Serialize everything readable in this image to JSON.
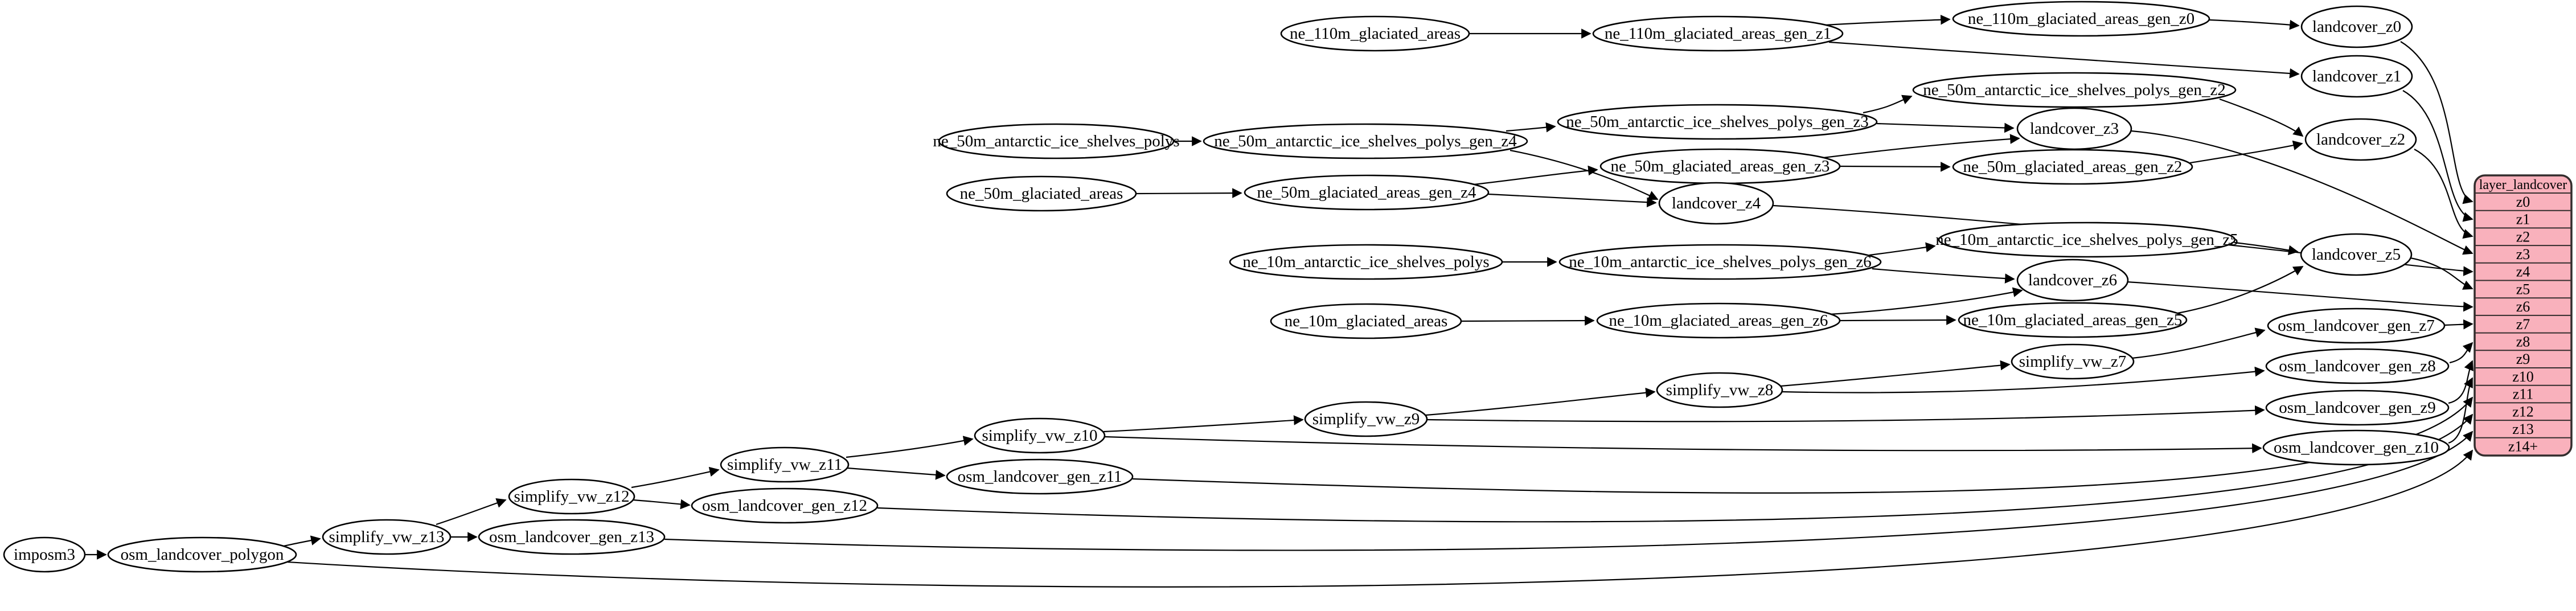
{
  "colors": {
    "background": "#ffffff",
    "node_fill": "#ffffff",
    "node_stroke": "#000000",
    "edge": "#000000",
    "text": "#000000",
    "table_fill": "#f9b1bc",
    "table_stroke": "#332d2d"
  },
  "nodes": {
    "imposm3": "imposm3",
    "osm_landcover_polygon": "osm_landcover_polygon",
    "simplify_vw_z13": "simplify_vw_z13",
    "osm_landcover_gen_z13": "osm_landcover_gen_z13",
    "simplify_vw_z12": "simplify_vw_z12",
    "osm_landcover_gen_z12": "osm_landcover_gen_z12",
    "simplify_vw_z11": "simplify_vw_z11",
    "osm_landcover_gen_z11": "osm_landcover_gen_z11",
    "simplify_vw_z10": "simplify_vw_z10",
    "osm_landcover_gen_z10": "osm_landcover_gen_z10",
    "simplify_vw_z9": "simplify_vw_z9",
    "osm_landcover_gen_z9": "osm_landcover_gen_z9",
    "simplify_vw_z8": "simplify_vw_z8",
    "osm_landcover_gen_z8": "osm_landcover_gen_z8",
    "simplify_vw_z7": "simplify_vw_z7",
    "osm_landcover_gen_z7": "osm_landcover_gen_z7",
    "ne_110m_glaciated_areas": "ne_110m_glaciated_areas",
    "ne_110m_glaciated_areas_gen_z1": "ne_110m_glaciated_areas_gen_z1",
    "ne_110m_glaciated_areas_gen_z0": "ne_110m_glaciated_areas_gen_z0",
    "ne_50m_antarctic_ice_shelves_polys": "ne_50m_antarctic_ice_shelves_polys",
    "ne_50m_antarctic_ice_shelves_polys_gen_z4": "ne_50m_antarctic_ice_shelves_polys_gen_z4",
    "ne_50m_antarctic_ice_shelves_polys_gen_z3": "ne_50m_antarctic_ice_shelves_polys_gen_z3",
    "ne_50m_antarctic_ice_shelves_polys_gen_z2": "ne_50m_antarctic_ice_shelves_polys_gen_z2",
    "ne_50m_glaciated_areas": "ne_50m_glaciated_areas",
    "ne_50m_glaciated_areas_gen_z4": "ne_50m_glaciated_areas_gen_z4",
    "ne_50m_glaciated_areas_gen_z3": "ne_50m_glaciated_areas_gen_z3",
    "ne_50m_glaciated_areas_gen_z2": "ne_50m_glaciated_areas_gen_z2",
    "ne_10m_antarctic_ice_shelves_polys": "ne_10m_antarctic_ice_shelves_polys",
    "ne_10m_antarctic_ice_shelves_polys_gen_z6": "ne_10m_antarctic_ice_shelves_polys_gen_z6",
    "ne_10m_antarctic_ice_shelves_polys_gen_z5": "ne_10m_antarctic_ice_shelves_polys_gen_z5",
    "ne_10m_glaciated_areas": "ne_10m_glaciated_areas",
    "ne_10m_glaciated_areas_gen_z6": "ne_10m_glaciated_areas_gen_z6",
    "ne_10m_glaciated_areas_gen_z5": "ne_10m_glaciated_areas_gen_z5",
    "landcover_z0": "landcover_z0",
    "landcover_z1": "landcover_z1",
    "landcover_z2": "landcover_z2",
    "landcover_z3": "landcover_z3",
    "landcover_z4": "landcover_z4",
    "landcover_z5": "landcover_z5",
    "landcover_z6": "landcover_z6"
  },
  "table": {
    "title": "layer_landcover",
    "rows": [
      "z0",
      "z1",
      "z2",
      "z3",
      "z4",
      "z5",
      "z6",
      "z7",
      "z8",
      "z9",
      "z10",
      "z11",
      "z12",
      "z13",
      "z14+"
    ]
  },
  "edges": [
    {
      "from": "imposm3",
      "to": "osm_landcover_polygon"
    },
    {
      "from": "osm_landcover_polygon",
      "to": "simplify_vw_z13"
    },
    {
      "from": "osm_landcover_polygon",
      "to": "layer_landcover.z14+"
    },
    {
      "from": "simplify_vw_z13",
      "to": "osm_landcover_gen_z13"
    },
    {
      "from": "simplify_vw_z13",
      "to": "simplify_vw_z12"
    },
    {
      "from": "osm_landcover_gen_z13",
      "to": "layer_landcover.z13"
    },
    {
      "from": "simplify_vw_z12",
      "to": "osm_landcover_gen_z12"
    },
    {
      "from": "simplify_vw_z12",
      "to": "simplify_vw_z11"
    },
    {
      "from": "osm_landcover_gen_z12",
      "to": "layer_landcover.z12"
    },
    {
      "from": "simplify_vw_z11",
      "to": "osm_landcover_gen_z11"
    },
    {
      "from": "simplify_vw_z11",
      "to": "simplify_vw_z10"
    },
    {
      "from": "osm_landcover_gen_z11",
      "to": "layer_landcover.z11"
    },
    {
      "from": "simplify_vw_z10",
      "to": "simplify_vw_z9"
    },
    {
      "from": "simplify_vw_z10",
      "to": "osm_landcover_gen_z10"
    },
    {
      "from": "osm_landcover_gen_z10",
      "to": "layer_landcover.z10"
    },
    {
      "from": "simplify_vw_z9",
      "to": "simplify_vw_z8"
    },
    {
      "from": "simplify_vw_z9",
      "to": "osm_landcover_gen_z9"
    },
    {
      "from": "osm_landcover_gen_z9",
      "to": "layer_landcover.z9"
    },
    {
      "from": "simplify_vw_z8",
      "to": "simplify_vw_z7"
    },
    {
      "from": "simplify_vw_z8",
      "to": "osm_landcover_gen_z8"
    },
    {
      "from": "osm_landcover_gen_z8",
      "to": "layer_landcover.z8"
    },
    {
      "from": "simplify_vw_z7",
      "to": "osm_landcover_gen_z7"
    },
    {
      "from": "osm_landcover_gen_z7",
      "to": "layer_landcover.z7"
    },
    {
      "from": "ne_110m_glaciated_areas",
      "to": "ne_110m_glaciated_areas_gen_z1"
    },
    {
      "from": "ne_110m_glaciated_areas_gen_z1",
      "to": "ne_110m_glaciated_areas_gen_z0"
    },
    {
      "from": "ne_110m_glaciated_areas_gen_z1",
      "to": "landcover_z1"
    },
    {
      "from": "ne_110m_glaciated_areas_gen_z0",
      "to": "landcover_z0"
    },
    {
      "from": "landcover_z0",
      "to": "layer_landcover.z0"
    },
    {
      "from": "landcover_z1",
      "to": "layer_landcover.z1"
    },
    {
      "from": "ne_50m_antarctic_ice_shelves_polys",
      "to": "ne_50m_antarctic_ice_shelves_polys_gen_z4"
    },
    {
      "from": "ne_50m_antarctic_ice_shelves_polys_gen_z4",
      "to": "ne_50m_antarctic_ice_shelves_polys_gen_z3"
    },
    {
      "from": "ne_50m_antarctic_ice_shelves_polys_gen_z4",
      "to": "landcover_z4"
    },
    {
      "from": "ne_50m_antarctic_ice_shelves_polys_gen_z3",
      "to": "ne_50m_antarctic_ice_shelves_polys_gen_z2"
    },
    {
      "from": "ne_50m_antarctic_ice_shelves_polys_gen_z3",
      "to": "landcover_z3"
    },
    {
      "from": "ne_50m_antarctic_ice_shelves_polys_gen_z2",
      "to": "landcover_z2"
    },
    {
      "from": "ne_50m_glaciated_areas",
      "to": "ne_50m_glaciated_areas_gen_z4"
    },
    {
      "from": "ne_50m_glaciated_areas_gen_z4",
      "to": "ne_50m_glaciated_areas_gen_z3"
    },
    {
      "from": "ne_50m_glaciated_areas_gen_z4",
      "to": "landcover_z4"
    },
    {
      "from": "ne_50m_glaciated_areas_gen_z3",
      "to": "landcover_z3"
    },
    {
      "from": "ne_50m_glaciated_areas_gen_z3",
      "to": "ne_50m_glaciated_areas_gen_z2"
    },
    {
      "from": "ne_50m_glaciated_areas_gen_z2",
      "to": "landcover_z2"
    },
    {
      "from": "landcover_z2",
      "to": "layer_landcover.z2"
    },
    {
      "from": "landcover_z3",
      "to": "layer_landcover.z3"
    },
    {
      "from": "landcover_z4",
      "to": "layer_landcover.z4"
    },
    {
      "from": "ne_10m_antarctic_ice_shelves_polys",
      "to": "ne_10m_antarctic_ice_shelves_polys_gen_z6"
    },
    {
      "from": "ne_10m_antarctic_ice_shelves_polys_gen_z6",
      "to": "ne_10m_antarctic_ice_shelves_polys_gen_z5"
    },
    {
      "from": "ne_10m_antarctic_ice_shelves_polys_gen_z6",
      "to": "landcover_z6"
    },
    {
      "from": "ne_10m_antarctic_ice_shelves_polys_gen_z5",
      "to": "landcover_z5"
    },
    {
      "from": "ne_10m_glaciated_areas",
      "to": "ne_10m_glaciated_areas_gen_z6"
    },
    {
      "from": "ne_10m_glaciated_areas_gen_z6",
      "to": "ne_10m_glaciated_areas_gen_z5"
    },
    {
      "from": "ne_10m_glaciated_areas_gen_z6",
      "to": "landcover_z6"
    },
    {
      "from": "ne_10m_glaciated_areas_gen_z5",
      "to": "landcover_z5"
    },
    {
      "from": "landcover_z5",
      "to": "layer_landcover.z5"
    },
    {
      "from": "landcover_z6",
      "to": "layer_landcover.z6"
    }
  ]
}
